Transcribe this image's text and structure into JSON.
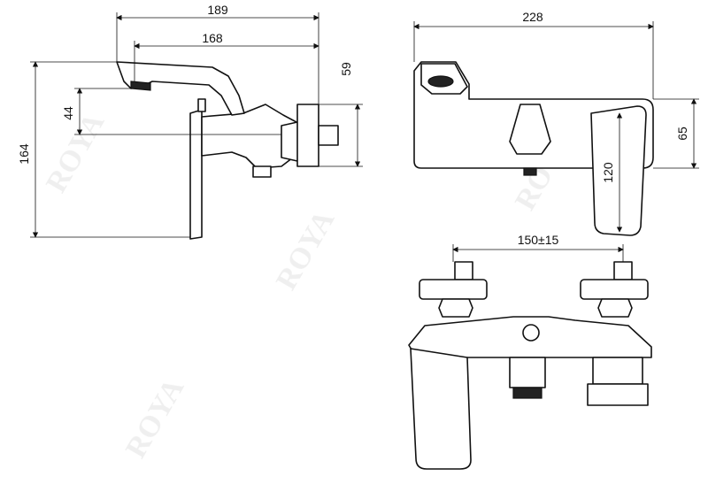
{
  "watermark": "ROYA",
  "dimensions": {
    "side_overall_length": "189",
    "side_spout_length": "168",
    "side_height_total": "164",
    "side_spout_height": "44",
    "side_connection_height": "59",
    "top_overall_width": "228",
    "top_body_depth": "65",
    "top_handle_length": "120",
    "front_center_distance": "150±15"
  },
  "colors": {
    "line": "#111111",
    "dark_part": "#222222"
  }
}
